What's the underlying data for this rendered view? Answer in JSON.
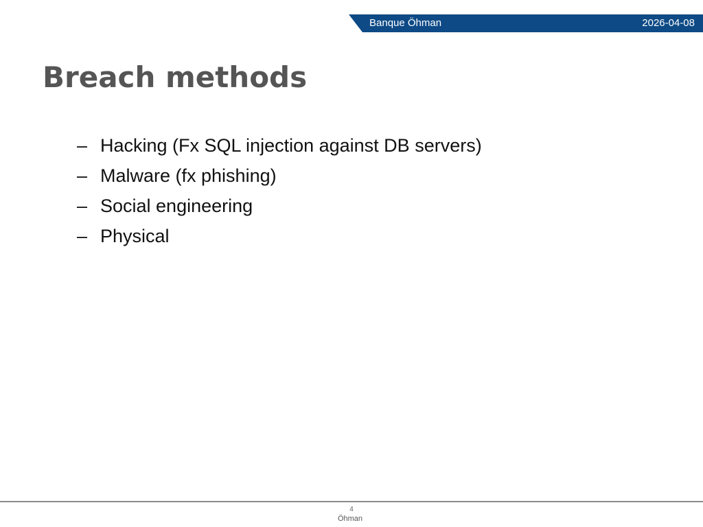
{
  "header": {
    "organization": "Banque Öhman",
    "date": "2026-04-08",
    "bar_color": "#0d4a86"
  },
  "slide": {
    "title": "Breach methods",
    "bullet_marker": "–",
    "bullets": [
      "Hacking (Fx SQL injection against DB servers)",
      "Malware (fx phishing)",
      "Social engineering",
      "Physical"
    ]
  },
  "footer": {
    "page_number": "4",
    "author": "Öhman"
  }
}
